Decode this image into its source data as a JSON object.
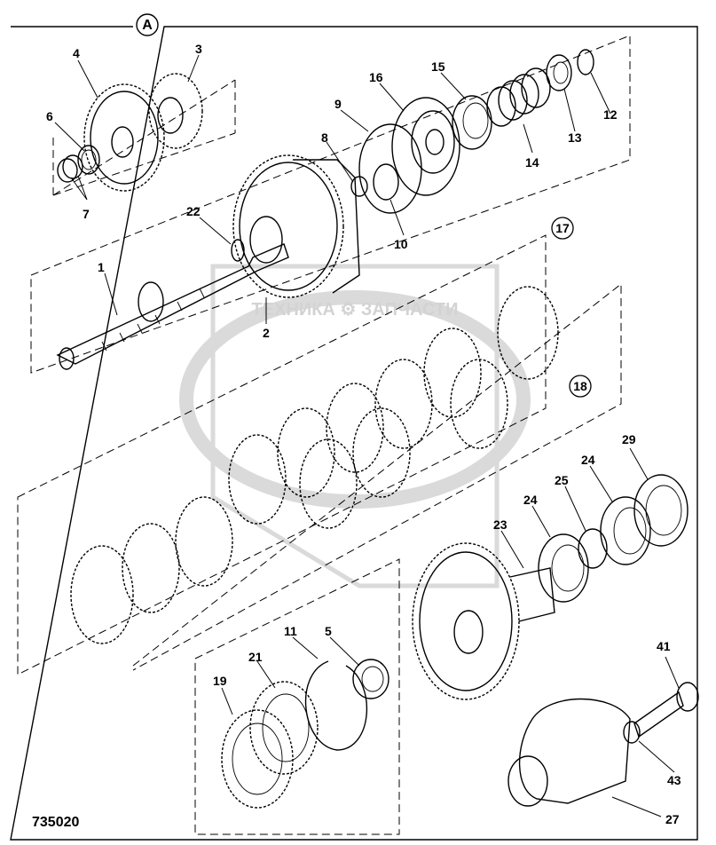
{
  "diagram": {
    "frame_marker": "A",
    "drawing_number": "735020",
    "watermark_text": "ТЕХНИКА ⚙ ЗАПЧАСТИ",
    "callouts": [
      "1",
      "2",
      "3",
      "4",
      "5",
      "6",
      "7",
      "8",
      "9",
      "10",
      "11",
      "12",
      "13",
      "14",
      "15",
      "16",
      "17",
      "18",
      "19",
      "21",
      "22",
      "23",
      "24",
      "24",
      "25",
      "27",
      "29",
      "41",
      "43"
    ],
    "colors": {
      "ink": "#000000",
      "paper": "#ffffff",
      "watermark": "#cfcfcf"
    }
  }
}
